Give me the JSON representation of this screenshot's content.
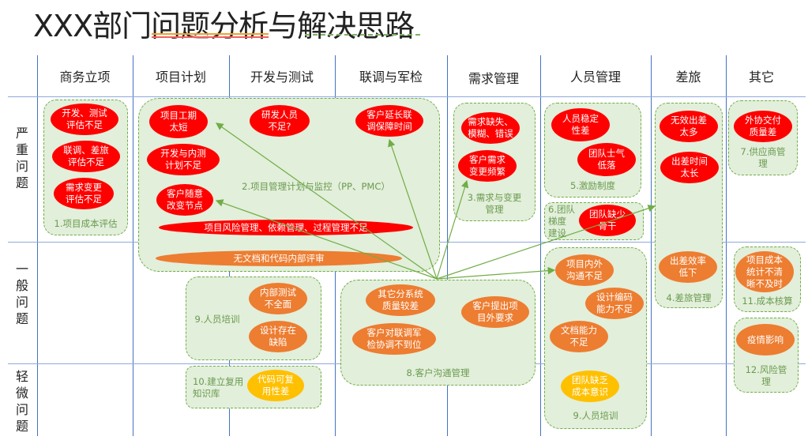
{
  "title": "XXX部门问题分析与解决思路",
  "columns": [
    "商务立项",
    "项目计划",
    "开发与测试",
    "联调与军检",
    "需求管理",
    "人员管理",
    "差旅",
    "其它"
  ],
  "rows": [
    "严\n重\n问\n题",
    "一\n般\n问\n题",
    "轻\n微\n问\n题"
  ],
  "groups": {
    "g1": "1.项目成本评估",
    "g2": "2.项目管理计划与监控（PP、PMC）",
    "g3": "3.需求与变更\n管理",
    "g4": "4.差旅管理",
    "g5": "5.激励制度",
    "g6": "6.团队\n梯度\n建设",
    "g7": "7.供应商管\n理",
    "g8": "8.客户沟通管理",
    "g9a": "9.人员培训",
    "g9b": "9.人员培训",
    "g10": "10.建立复用\n知识库",
    "g11": "11.成本核算",
    "g12": "12.风险管\n理"
  },
  "issues": {
    "i1": "开发、测试\n评估不足",
    "i2": "联调、差旅\n评估不足",
    "i3": "需求变更\n评估不足",
    "i4": "项目工期\n太短",
    "i5": "开发与内测\n计划不足",
    "i6": "客户随意\n改变节点",
    "i7": "研发人员\n不足?",
    "i8": "客户延长联\n调保障时间",
    "i9": "项目风险管理、依赖管理、过程管理不足",
    "i10": "无文档和代码内部评审",
    "i11": "需求缺失、\n模糊、错误",
    "i12": "客户需求\n变更频繁",
    "i13": "人员稳定\n性差",
    "i14": "团队士气\n低落",
    "i15": "团队缺少\n骨干",
    "i16": "无效出差\n太多",
    "i17": "出差时间\n太长",
    "i18": "外协交付\n质量差",
    "i19": "出差效率\n低下",
    "i20": "项目成本\n统计不清\n晰不及时",
    "i21": "疫情影响",
    "i22": "项目内外\n沟通不足",
    "i23": "设计编码\n能力不足",
    "i24": "文档能力\n不足",
    "i25": "内部测试\n不全面",
    "i26": "设计存在\n缺陷",
    "i27": "其它分系统\n质量较差",
    "i28": "客户对联调军\n检协调不到位",
    "i29": "客户提出项\n目外要求",
    "i30": "团队缺乏\n成本意识",
    "i31": "代码可复\n用性差"
  },
  "colors": {
    "severe": "#ff0000",
    "general": "#ed7d31",
    "minor": "#ffc000",
    "group": "#e2efda",
    "arrow": "#70ad47"
  }
}
